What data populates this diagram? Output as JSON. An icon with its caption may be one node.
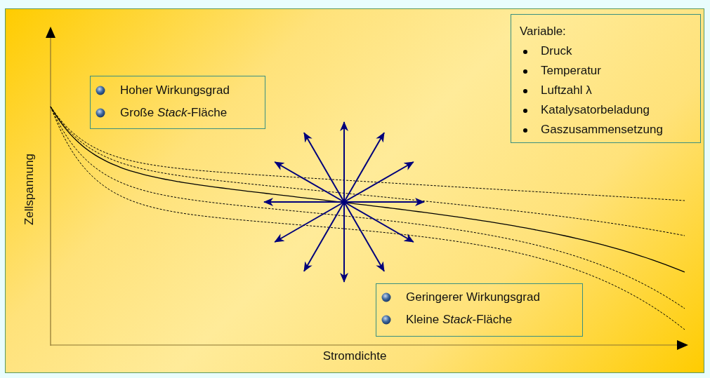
{
  "diagram": {
    "nodes": [
      {
        "text": [
          "Hoher Wirkungsgrad",
          "Große *Stack*-Fläche"
        ]
      },
      {
        "text": [
          "Variable:",
          "Druck",
          "Temperatur",
          "Luftzahl λ",
          "Katalysatorbeladung",
          "Gaszusammensetzung"
        ]
      },
      {
        "text": [
          "Geringerer Wirkungsgrad",
          "Kleine *Stack*-Fläche"
        ]
      }
    ],
    "labels": [
      "Zellspannung",
      "Stromdichte"
    ]
  }
}
